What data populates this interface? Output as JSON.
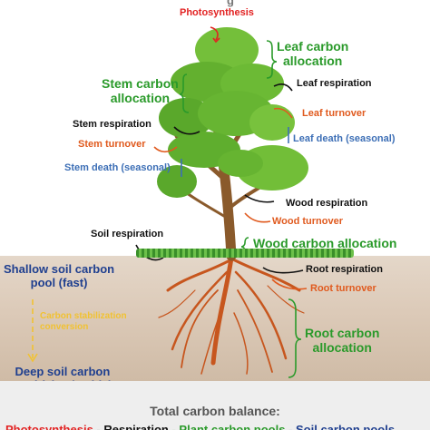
{
  "header": {
    "title_fragment": "g"
  },
  "labels": {
    "photosynthesis": "Photosynthesis",
    "leaf_carbon_allocation": "Leaf carbon\nallocation",
    "stem_carbon_allocation": "Stem carbon\nallocation",
    "leaf_respiration": "Leaf respiration",
    "leaf_turnover": "Leaf turnover",
    "leaf_death": "Leaf death (seasonal)",
    "stem_respiration": "Stem respiration",
    "stem_turnover": "Stem turnover",
    "stem_death": "Stem death (seasonal)",
    "wood_respiration": "Wood respiration",
    "wood_turnover": "Wood turnover",
    "wood_carbon_allocation": "Wood carbon allocation",
    "soil_respiration": "Soil respiration",
    "shallow_soil_pool": "Shallow soil carbon\npool (fast)",
    "carbon_stabilization": "Carbon stabilization\nconversion",
    "deep_soil_pool": "Deep soil carbon\npool (slow/stable)",
    "root_respiration": "Root respiration",
    "root_turnover": "Root turnover",
    "root_carbon_allocation": "Root carbon\nallocation"
  },
  "footer": {
    "total_label": "Total carbon balance:",
    "equation_fragments": [
      {
        "text": "Photosynthesis",
        "color": "#e22222"
      },
      {
        "text": " - Respiration",
        "color": "#111111"
      },
      {
        "text": " - Plant carbon pools",
        "color": "#2a9a2a"
      },
      {
        "text": " - Soil carbon pools",
        "color": "#1f3f8f"
      }
    ]
  },
  "colors": {
    "allocation": "#2a9a2a",
    "respiration": "#111111",
    "turnover": "#e05a1e",
    "death": "#3d6fb6",
    "soil_pool": "#1f3f8f",
    "stabilization": "#f1c232",
    "photosynthesis": "#e22222"
  }
}
